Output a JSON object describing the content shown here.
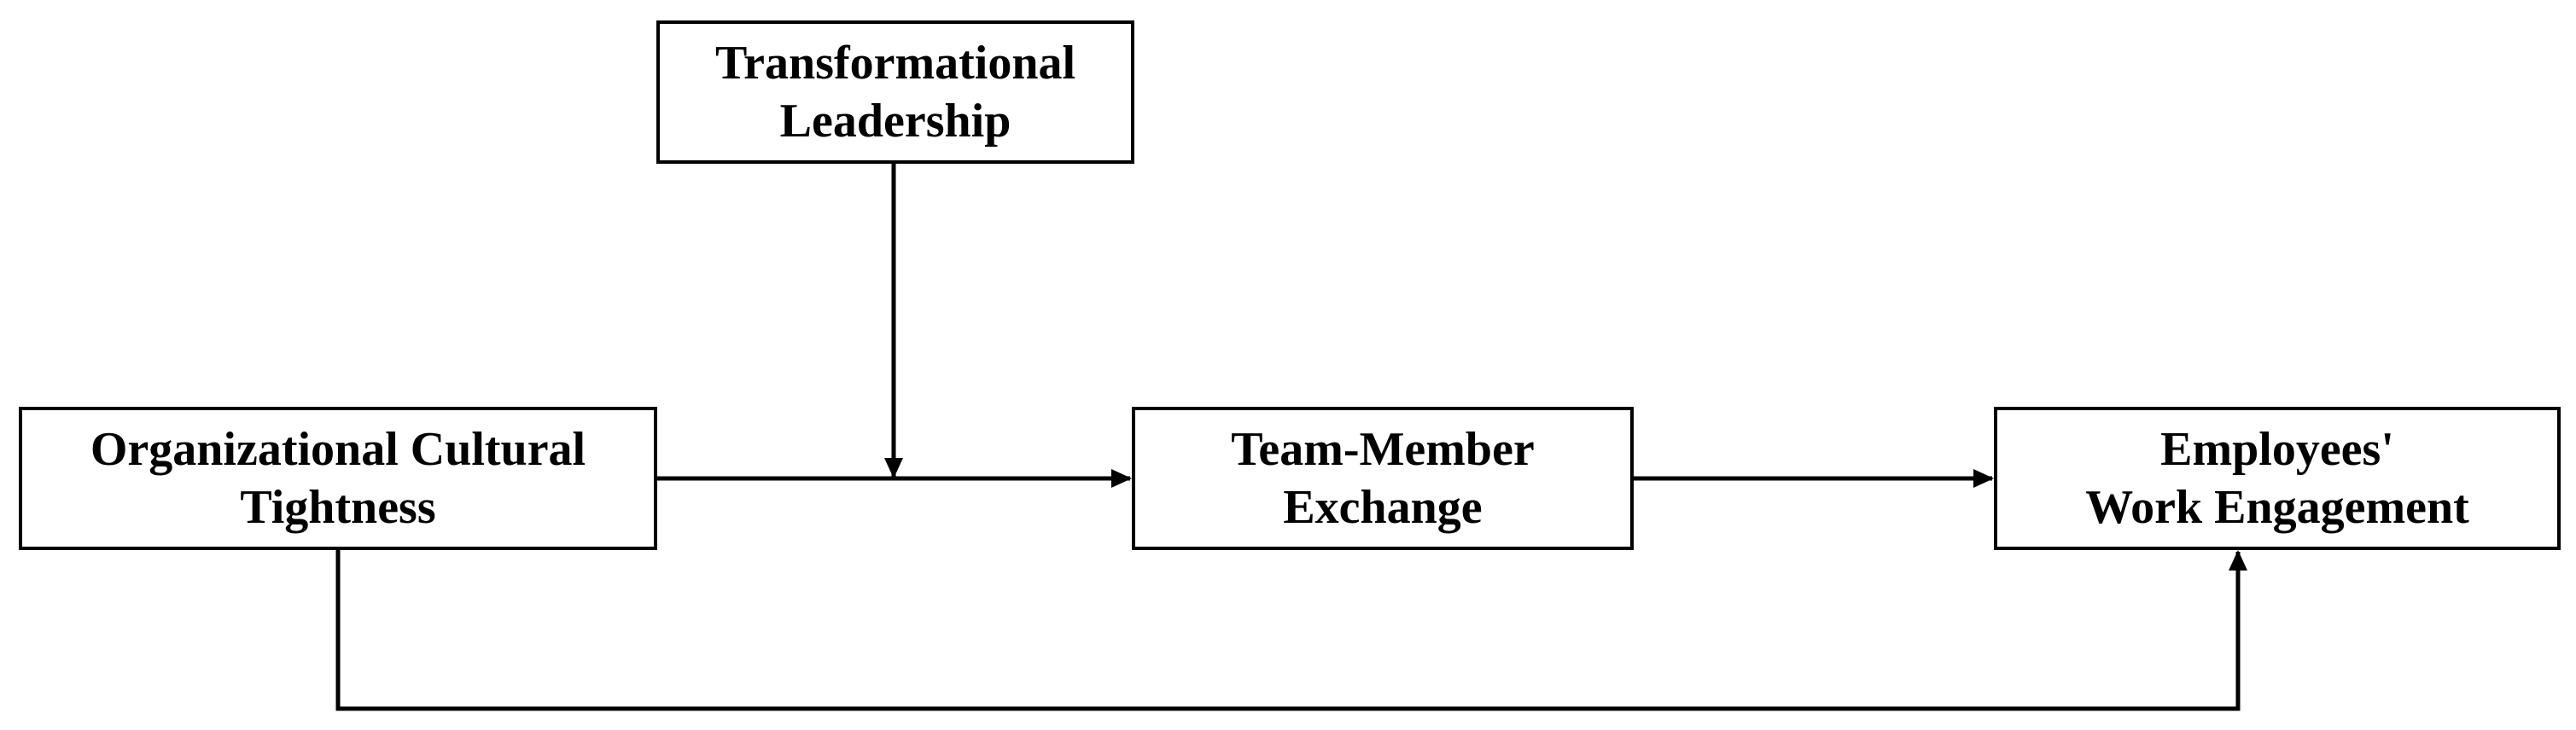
{
  "nodes": {
    "transformational_leadership": {
      "lines": [
        "Transformational",
        "Leadership"
      ]
    },
    "organizational_cultural_tightness": {
      "lines": [
        "Organizational Cultural",
        "Tightness"
      ]
    },
    "team_member_exchange": {
      "lines": [
        "Team-Member",
        "Exchange"
      ]
    },
    "work_engagement": {
      "lines": [
        "Employees'",
        "Work Engagement"
      ]
    }
  },
  "colors": {
    "stroke": "#000000",
    "background": "#ffffff"
  }
}
